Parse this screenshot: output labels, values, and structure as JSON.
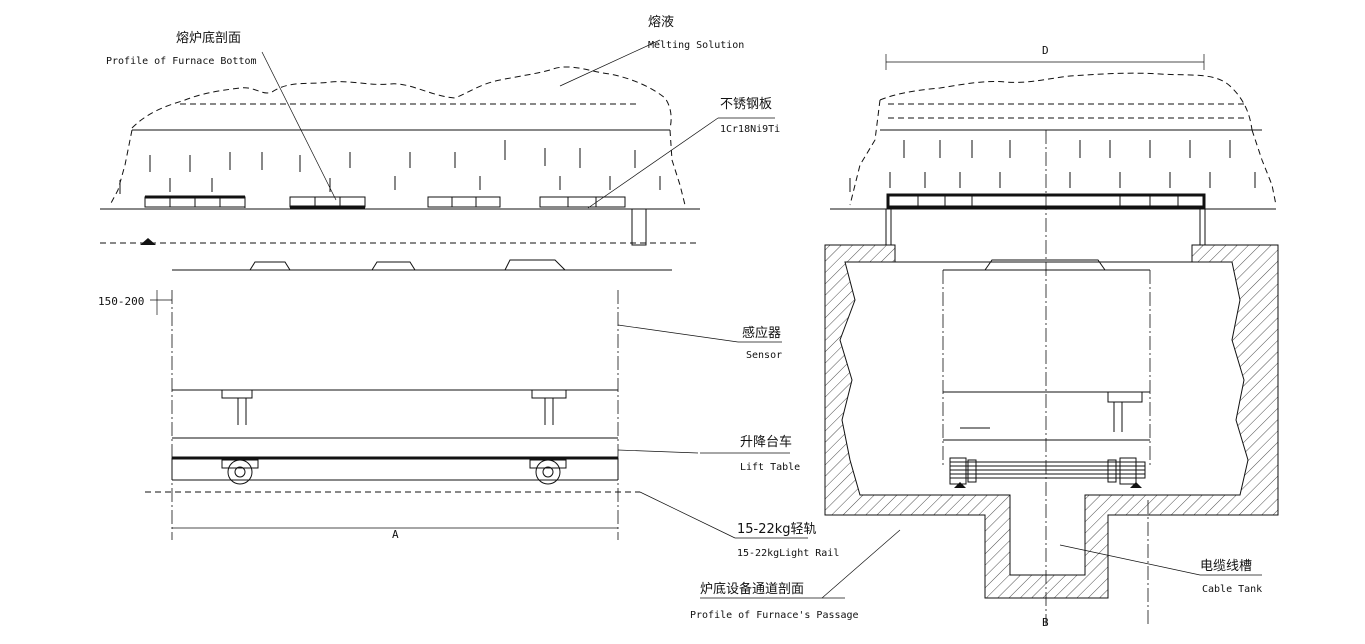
{
  "labels": {
    "furnace_bottom_cn": "熔炉底剖面",
    "furnace_bottom_en": "Profile of Furnace Bottom",
    "melting_solution_cn": "熔液",
    "melting_solution_en": "Melting Solution",
    "steel_plate_cn": "不锈钢板",
    "steel_plate_en": "1Cr18Ni9Ti",
    "sensor_cn": "感应器",
    "sensor_en": "Sensor",
    "lift_table_cn": "升降台车",
    "lift_table_en": "Lift Table",
    "rail_cn": "15-22kg轻轨",
    "rail_en": "15-22kgLight Rail",
    "passage_cn": "炉底设备通道剖面",
    "passage_en": "Profile of Furnace's Passage",
    "cable_tank_cn": "电缆线槽",
    "cable_tank_en": "Cable Tank"
  },
  "dimensions": {
    "gap": "150-200",
    "length_a": "A",
    "width_b": "B",
    "width_d": "D"
  }
}
